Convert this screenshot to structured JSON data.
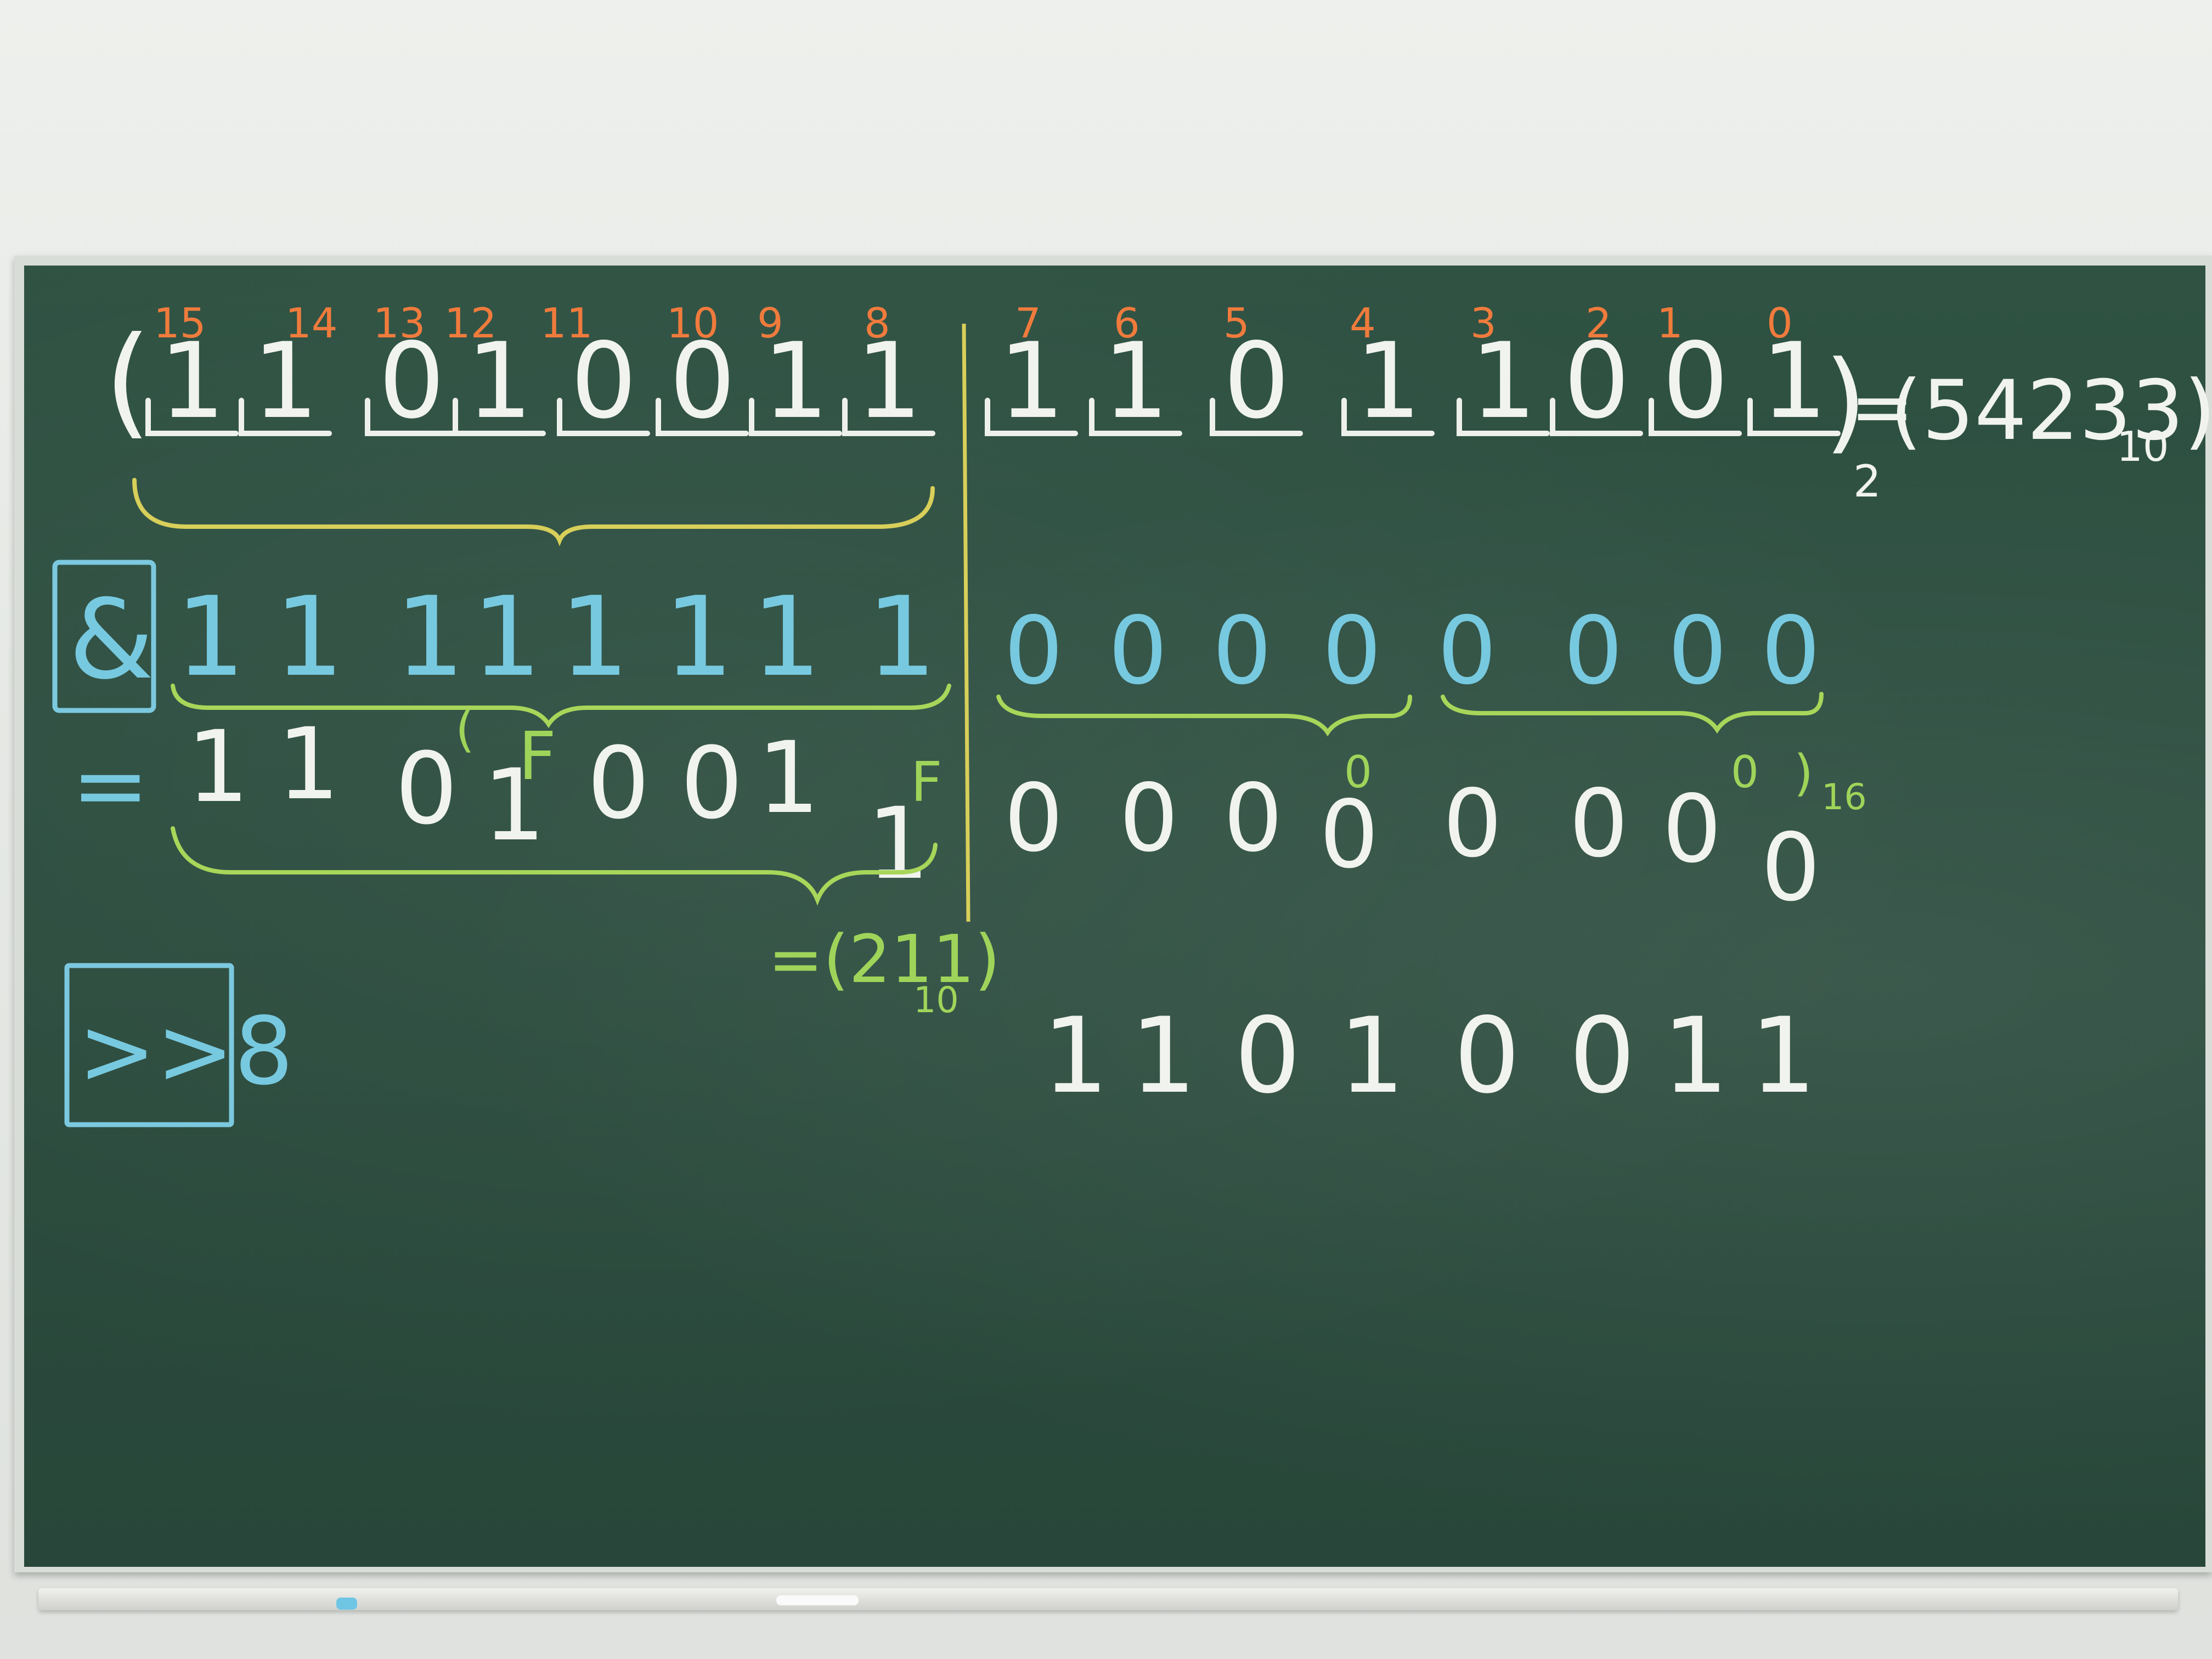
{
  "top_row": {
    "open_paren": "(",
    "bit_indices": [
      "15",
      "14",
      "13",
      "12",
      "11",
      "10",
      "9",
      "8",
      "7",
      "6",
      "5",
      "4",
      "3",
      "2",
      "1",
      "0"
    ],
    "bits": [
      "1",
      "1",
      "0",
      "1",
      "0",
      "0",
      "1",
      "1",
      "1",
      "1",
      "0",
      "1",
      "1",
      "0",
      "0",
      "1"
    ],
    "close_paren": ")",
    "base2": "2",
    "equals": "=",
    "decimal_value": "(54233)",
    "base10": "10"
  },
  "and_op": {
    "symbol": "&",
    "ones": [
      "1",
      "1",
      "1",
      "1",
      "1",
      "1",
      "1",
      "1"
    ],
    "zeros": [
      "0",
      "0",
      "0",
      "0",
      "0",
      "0",
      "0",
      "0"
    ],
    "hex_left": "F",
    "hex_right": "F",
    "hex_zero_left": "0",
    "hex_zero_right": "0",
    "hex_paren_open": "(",
    "hex_paren_close": ")",
    "hex_base": "16"
  },
  "result_row": {
    "equals": "=",
    "left_bits": [
      "1",
      "1",
      "0",
      "1",
      "0",
      "0",
      "1",
      "1"
    ],
    "right_bits": [
      "0",
      "0",
      "0",
      "0",
      "0",
      "0",
      "0",
      "0"
    ]
  },
  "decimal_result": {
    "text": "=(211)",
    "base": "10"
  },
  "shift_op": {
    "symbol": ">>8"
  },
  "shift_result": {
    "bits": [
      "1",
      "1",
      "0",
      "1",
      "0",
      "0",
      "1",
      "1"
    ]
  },
  "colors": {
    "board": "#2b4c3e",
    "chalk_white": "#f1f3ef",
    "chalk_orange": "#f07b3c",
    "chalk_blue": "#77c9df",
    "chalk_green": "#9fd45a",
    "chalk_yellow": "#d8cf5a"
  }
}
